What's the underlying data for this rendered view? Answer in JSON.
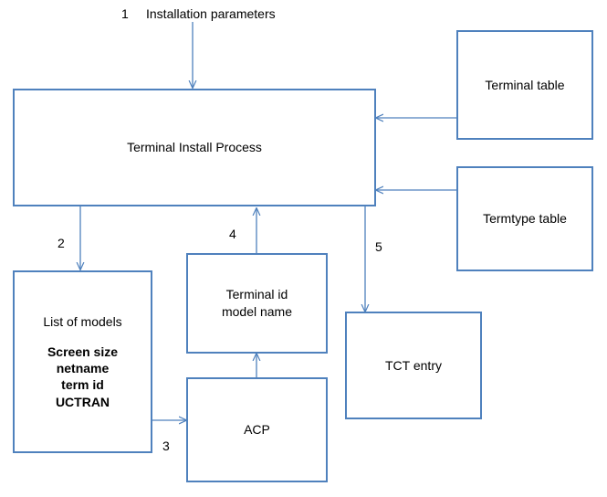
{
  "diagram": {
    "title_label": "Installation parameters",
    "accent_color": "#4f81bd",
    "boxes": {
      "terminal_install_process": {
        "label": "Terminal Install Process"
      },
      "terminal_table": {
        "label": "Terminal table"
      },
      "termtype_table": {
        "label": "Termtype table"
      },
      "list_of_models": {
        "line1": "List of models",
        "line2": "Screen size",
        "line3": "netname",
        "line4": "term id",
        "line5": "UCTRAN"
      },
      "terminal_id_model_name": {
        "line1": "Terminal id",
        "line2": "model name"
      },
      "acp": {
        "label": "ACP"
      },
      "tct_entry": {
        "label": "TCT entry"
      }
    },
    "edge_numbers": {
      "one": "1",
      "two": "2",
      "three": "3",
      "four": "4",
      "five": "5"
    }
  }
}
